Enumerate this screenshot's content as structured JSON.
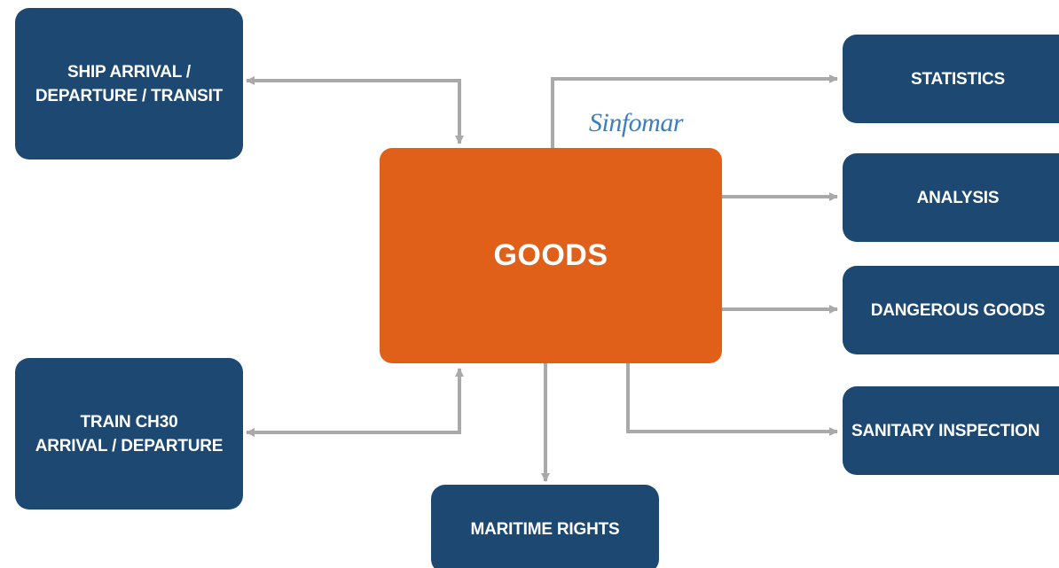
{
  "diagram": {
    "brand": "Sinfomar",
    "center": {
      "label": "GOODS"
    },
    "inputs": [
      {
        "line1": "SHIP ARRIVAL /",
        "line2": "DEPARTURE / TRANSIT"
      },
      {
        "line1": "TRAIN CH30",
        "line2": "ARRIVAL / DEPARTURE"
      }
    ],
    "outputs": [
      {
        "label": "STATISTICS"
      },
      {
        "label": "ANALYSIS"
      },
      {
        "label": "DANGEROUS GOODS"
      },
      {
        "label": "SANITARY INSPECTION"
      },
      {
        "label": "MARITIME RIGHTS"
      }
    ],
    "colors": {
      "node_blue": "#1c4872",
      "center_orange": "#e0601a",
      "connector_gray": "#a9a9a9",
      "brand_blue": "#3a7fc1"
    }
  }
}
